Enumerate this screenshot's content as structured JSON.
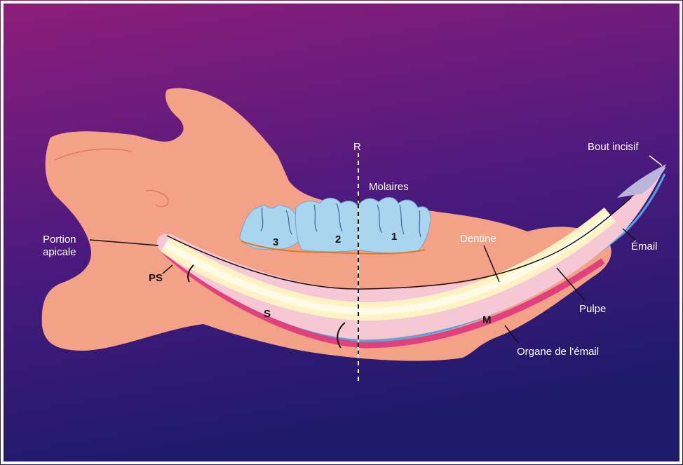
{
  "colors": {
    "bg_top": "#8e1d7a",
    "bg_mid": "#4a1a7e",
    "bg_bottom": "#1d1a6a",
    "bone": "#f4a287",
    "molar": "#a9d5ee",
    "dentine": "#f6c8d6",
    "pulp": "#fff3c4",
    "enamel_organ": "#e0407e",
    "enamel": "#4aa9e6"
  },
  "labels": {
    "r_line": "R",
    "bout_incisif": "Bout incisif",
    "molaires": "Molaires",
    "portion_apicale_1": "Portion",
    "portion_apicale_2": "apicale",
    "dentine": "Dentine",
    "email": "Émail",
    "ps": "PS",
    "s": "S",
    "m": "M",
    "pulpe": "Pulpe",
    "organe_email": "Organe de l'émail"
  },
  "molars": [
    "3",
    "2",
    "1"
  ]
}
